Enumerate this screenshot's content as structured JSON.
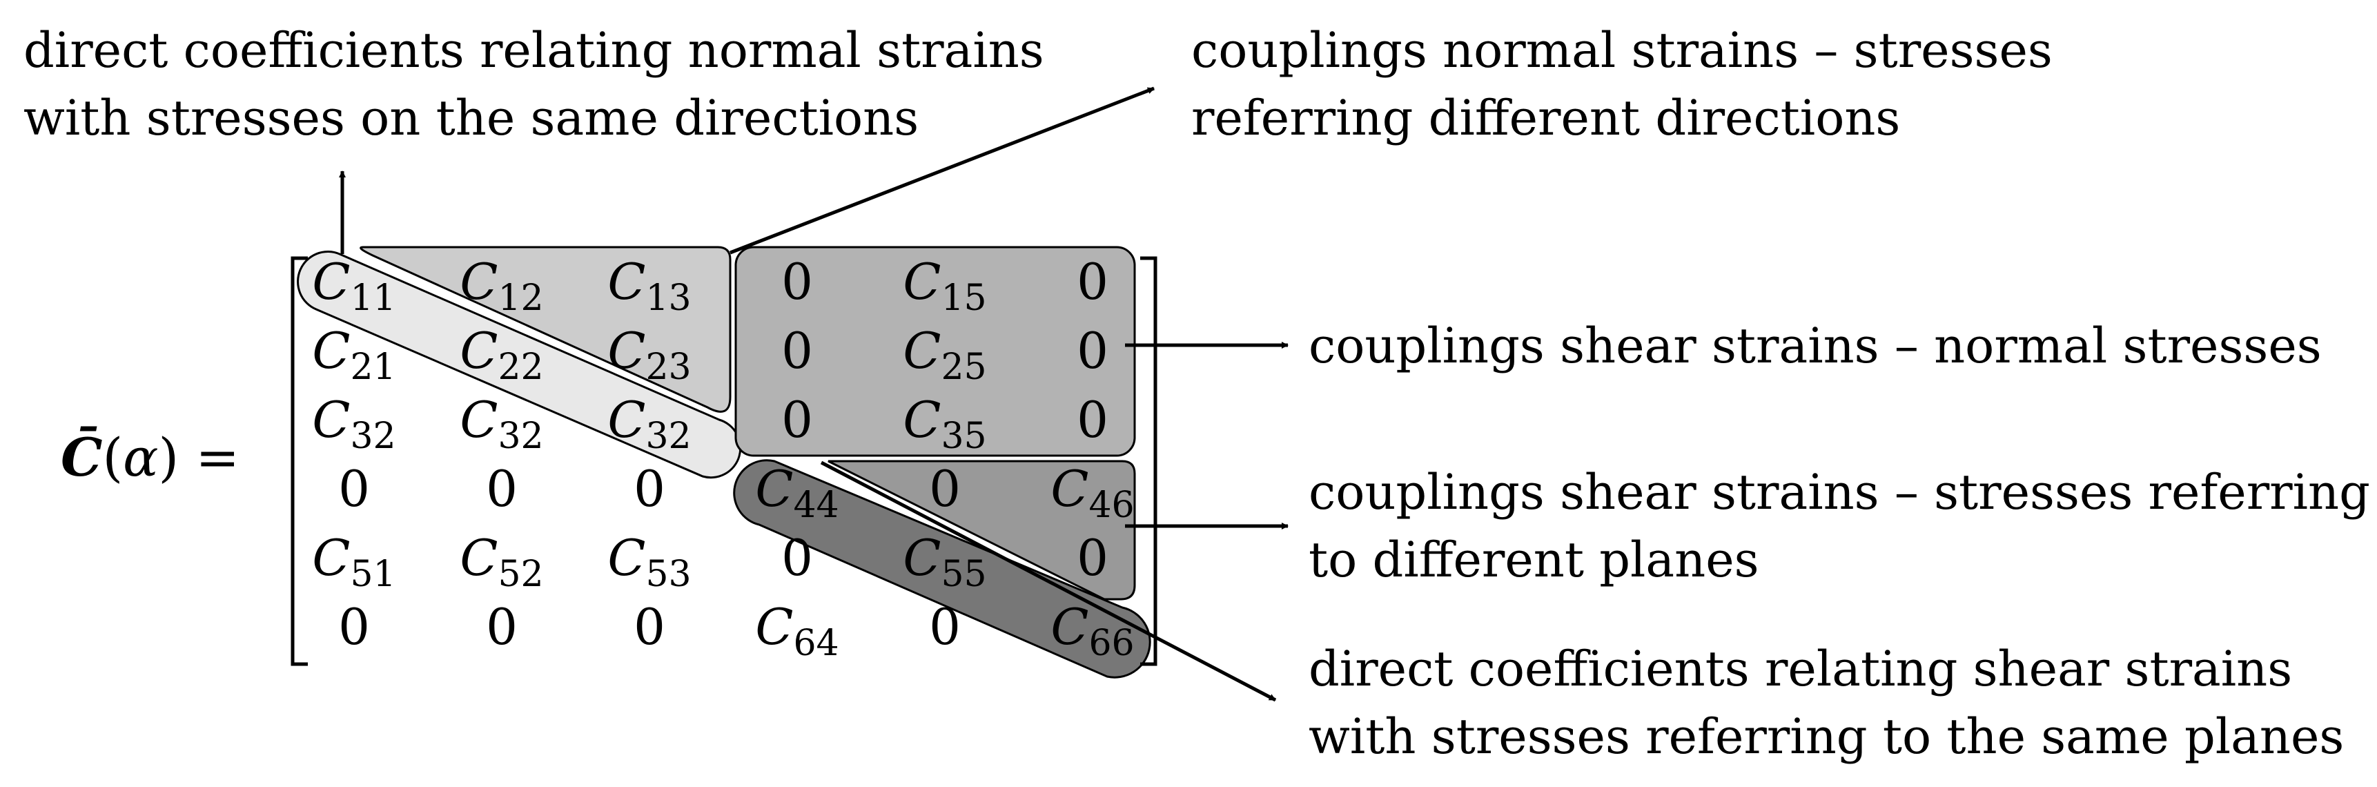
{
  "equation": {
    "lhs_symbol": "C̄",
    "lhs_argument": "α",
    "lhs_open": "(",
    "lhs_close": ")",
    "equals": "="
  },
  "matrix": {
    "rows": [
      [
        {
          "sym": "C",
          "sub": "11"
        },
        {
          "sym": "C",
          "sub": "12"
        },
        {
          "sym": "C",
          "sub": "13"
        },
        {
          "sym": "0",
          "sub": ""
        },
        {
          "sym": "C",
          "sub": "15"
        },
        {
          "sym": "0",
          "sub": ""
        }
      ],
      [
        {
          "sym": "C",
          "sub": "21"
        },
        {
          "sym": "C",
          "sub": "22"
        },
        {
          "sym": "C",
          "sub": "23"
        },
        {
          "sym": "0",
          "sub": ""
        },
        {
          "sym": "C",
          "sub": "25"
        },
        {
          "sym": "0",
          "sub": ""
        }
      ],
      [
        {
          "sym": "C",
          "sub": "32"
        },
        {
          "sym": "C",
          "sub": "32"
        },
        {
          "sym": "C",
          "sub": "32"
        },
        {
          "sym": "0",
          "sub": ""
        },
        {
          "sym": "C",
          "sub": "35"
        },
        {
          "sym": "0",
          "sub": ""
        }
      ],
      [
        {
          "sym": "0",
          "sub": ""
        },
        {
          "sym": "0",
          "sub": ""
        },
        {
          "sym": "0",
          "sub": ""
        },
        {
          "sym": "C",
          "sub": "44"
        },
        {
          "sym": "0",
          "sub": ""
        },
        {
          "sym": "C",
          "sub": "46"
        }
      ],
      [
        {
          "sym": "C",
          "sub": "51"
        },
        {
          "sym": "C",
          "sub": "52"
        },
        {
          "sym": "C",
          "sub": "53"
        },
        {
          "sym": "0",
          "sub": ""
        },
        {
          "sym": "C",
          "sub": "55"
        },
        {
          "sym": "0",
          "sub": ""
        }
      ],
      [
        {
          "sym": "0",
          "sub": ""
        },
        {
          "sym": "0",
          "sub": ""
        },
        {
          "sym": "0",
          "sub": ""
        },
        {
          "sym": "C",
          "sub": "64"
        },
        {
          "sym": "0",
          "sub": ""
        },
        {
          "sym": "C",
          "sub": "66"
        }
      ]
    ]
  },
  "annotations": {
    "direct_normal": {
      "line1": "direct coefficients relating normal strains",
      "line2": "with stresses on the same directions"
    },
    "couplings_normal": {
      "line1": "couplings normal strains – stresses",
      "line2": "referring different directions"
    },
    "couplings_shear_normal": {
      "line1": "couplings shear strains – normal stresses"
    },
    "couplings_shear_planes": {
      "line1": "couplings shear strains – stresses referring",
      "line2": "to different planes"
    },
    "direct_shear": {
      "line1": "direct coefficients relating shear strains",
      "line2": "with stresses referring to the same planes"
    }
  },
  "colors": {
    "upper_normal_block": "#cccccc",
    "normal_diagonal": "#e8e8e8",
    "shear_normal_block": "#b3b3b3",
    "shear_coupling_block": "#999999",
    "shear_diagonal": "#777777",
    "lines": "#000000"
  }
}
